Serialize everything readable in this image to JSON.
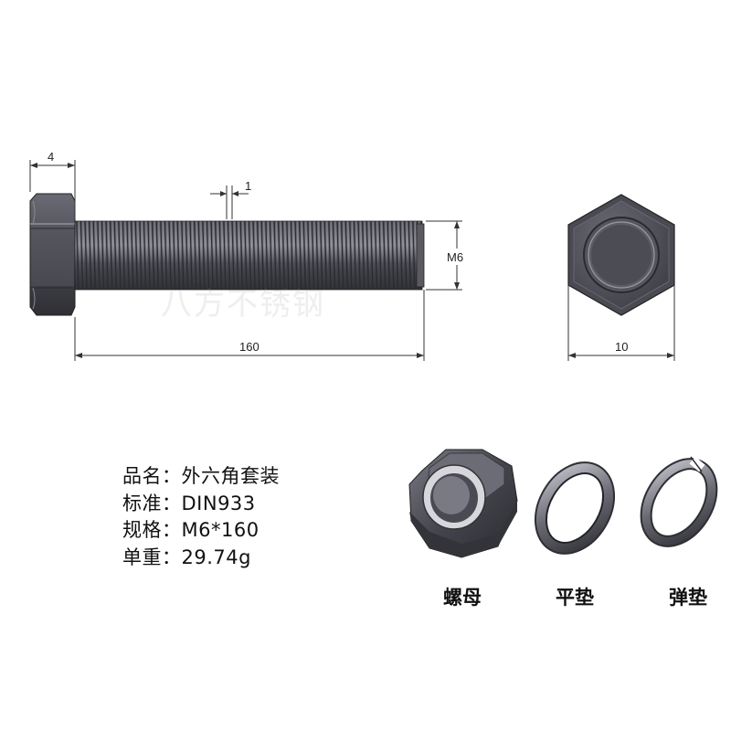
{
  "drawing": {
    "dims": {
      "head_height": "4",
      "pitch": "1",
      "thread": "M6",
      "length": "160",
      "across_flats": "10"
    },
    "watermark": "八方不锈钢"
  },
  "specs": [
    {
      "label": "品名",
      "sep": "：",
      "value": "外六角套装"
    },
    {
      "label": "标准",
      "sep": "：",
      "value": "DIN933"
    },
    {
      "label": "规格",
      "sep": "：",
      "value": "M6*160"
    },
    {
      "label": "单重",
      "sep": "：",
      "value": "29.74g"
    }
  ],
  "parts": {
    "nut": "螺母",
    "flat_washer": "平垫",
    "spring_washer": "弹垫"
  },
  "colors": {
    "metal_dark": "#3f3f46",
    "metal_mid": "#55555e",
    "metal_light": "#8a8a94",
    "dim_line": "#333333"
  }
}
